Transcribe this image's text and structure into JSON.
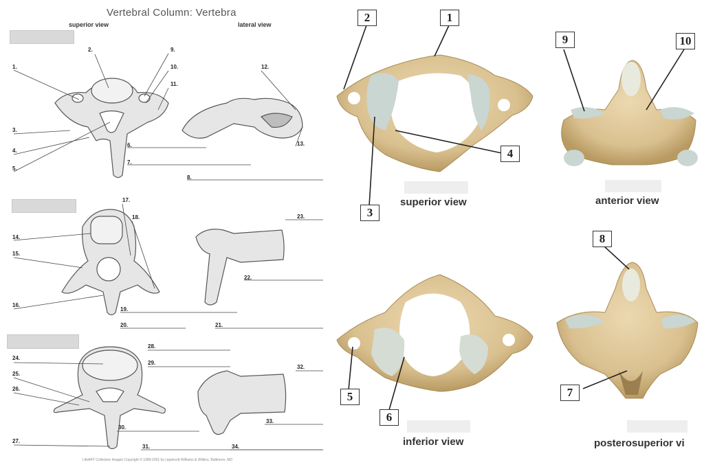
{
  "worksheet": {
    "title": "Vertebral Column: Vertebra",
    "superior_view": "superior view",
    "lateral_view": "lateral view",
    "labels": [
      "1.",
      "2.",
      "3.",
      "4.",
      "5.",
      "6.",
      "7.",
      "8.",
      "9.",
      "10.",
      "11.",
      "12.",
      "13.",
      "14.",
      "15.",
      "16.",
      "17.",
      "18.",
      "19.",
      "20.",
      "21.",
      "22.",
      "23.",
      "24.",
      "25.",
      "26.",
      "27.",
      "28.",
      "29.",
      "30.",
      "31.",
      "32.",
      "33.",
      "34."
    ],
    "copyright": "LifeART Collection Images Copyright © 1989-2001 by Lippincott Williams & Wilkins, Baltimore, MD"
  },
  "photos": {
    "captions": {
      "superior": "superior view",
      "anterior": "anterior view",
      "inferior": "inferior view",
      "posterosuperior": "posterosuperior vi"
    },
    "numbers": [
      "1",
      "2",
      "3",
      "4",
      "5",
      "6",
      "7",
      "8",
      "9",
      "10"
    ]
  },
  "colors": {
    "bone": "#d9c08f",
    "bone_dark": "#b89a62",
    "cartilage": "#c9d6d2",
    "diagram_fill": "#e6e6e6"
  }
}
